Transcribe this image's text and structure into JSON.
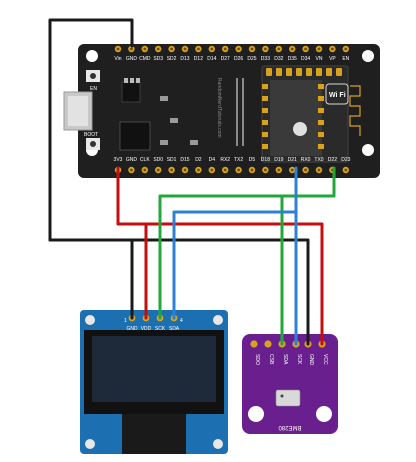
{
  "esp32": {
    "top_pins": [
      "Vin",
      "GND",
      "CMD",
      "SD3",
      "SD2",
      "D13",
      "D12",
      "D14",
      "D27",
      "D26",
      "D25",
      "D33",
      "D32",
      "D35",
      "D34",
      "VN",
      "VP",
      "EN"
    ],
    "bottom_pins": [
      "3V3",
      "GND",
      "CLK",
      "SD0",
      "SD1",
      "D15",
      "D2",
      "D4",
      "RX2",
      "TX2",
      "D5",
      "D18",
      "D19",
      "D21",
      "RX0",
      "TX0",
      "D22",
      "D23"
    ],
    "button_en": "EN",
    "button_boot": "BOOT",
    "brand_vertical": "RandomNerdTutorials.com",
    "wifi_label": "Wi Fi"
  },
  "oled": {
    "pins": [
      "GND",
      "VDD",
      "SCK",
      "SDA"
    ],
    "pin_numbers": [
      "1",
      "4"
    ]
  },
  "bme280": {
    "pins": [
      "SDO",
      "CSB",
      "SDA",
      "SCK",
      "GND",
      "VCC"
    ],
    "chip_label": "BME280"
  },
  "colors": {
    "board": "#1f1f1f",
    "pcb_oled": "#1c6fb0",
    "pcb_bme": "#6a1f8e",
    "wire_red": "#c40e0e",
    "wire_black": "#1a1a1a",
    "wire_green": "#22a83a",
    "wire_blue": "#2e7fd6",
    "header_gold": "#d8a21e"
  }
}
